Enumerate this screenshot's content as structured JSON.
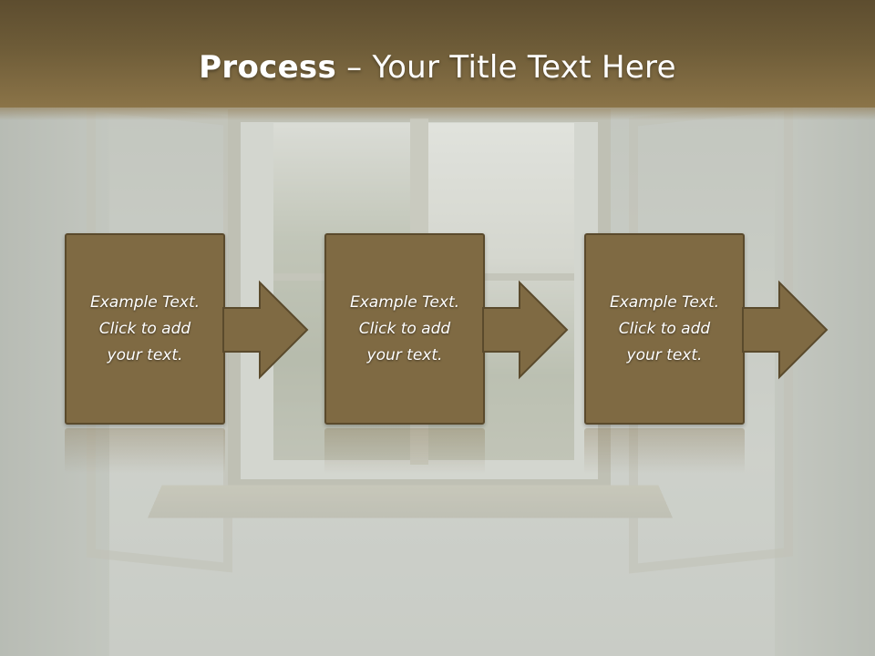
{
  "slide": {
    "title_bold": "Process",
    "title_rest": " – Your Title Text Here"
  },
  "steps": [
    {
      "line1": "Example Text.",
      "line2": "Click  to add",
      "line3": "your text."
    },
    {
      "line1": "Example Text.",
      "line2": "Click  to add",
      "line3": "your text."
    },
    {
      "line1": "Example Text.",
      "line2": "Click  to add",
      "line3": "your text."
    }
  ],
  "colors": {
    "banner": "#6e5c38",
    "box_fill": "#7f6a43",
    "box_border": "#5a4a2c",
    "text": "#ffffff"
  },
  "icons": [
    "right-arrow-icon",
    "right-arrow-icon",
    "right-arrow-icon"
  ]
}
